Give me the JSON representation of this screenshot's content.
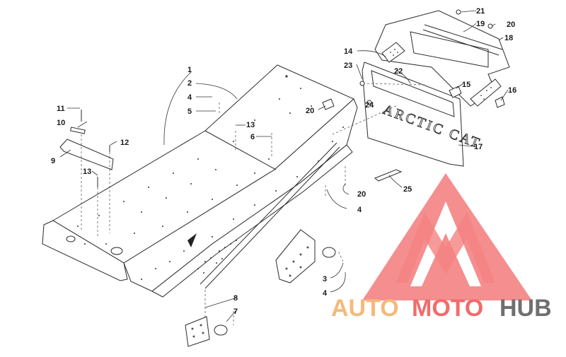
{
  "callouts": {
    "c1": "1",
    "c2": "2",
    "c3": "3",
    "c4a": "4",
    "c4b": "4",
    "c4c": "4",
    "c5": "5",
    "c6": "6",
    "c7": "7",
    "c8": "8",
    "c9": "9",
    "c10": "10",
    "c11": "11",
    "c12": "12",
    "c13a": "13",
    "c13b": "13",
    "c14": "14",
    "c15": "15",
    "c16": "16",
    "c17": "17",
    "c18": "18",
    "c19": "19",
    "c20a": "20",
    "c20b": "20",
    "c20c": "20",
    "c21": "21",
    "c22": "22",
    "c23": "23",
    "c24": "24",
    "c25": "25"
  },
  "flap_lettering": "ARCTIC CAT",
  "watermark": {
    "part1": "AUTO",
    "part2": "MOTO",
    "part3": "HUB",
    "color_primary": "#f26b6b",
    "color_secondary": "#f5b97a",
    "color_tertiary": "#6f6f6f"
  }
}
